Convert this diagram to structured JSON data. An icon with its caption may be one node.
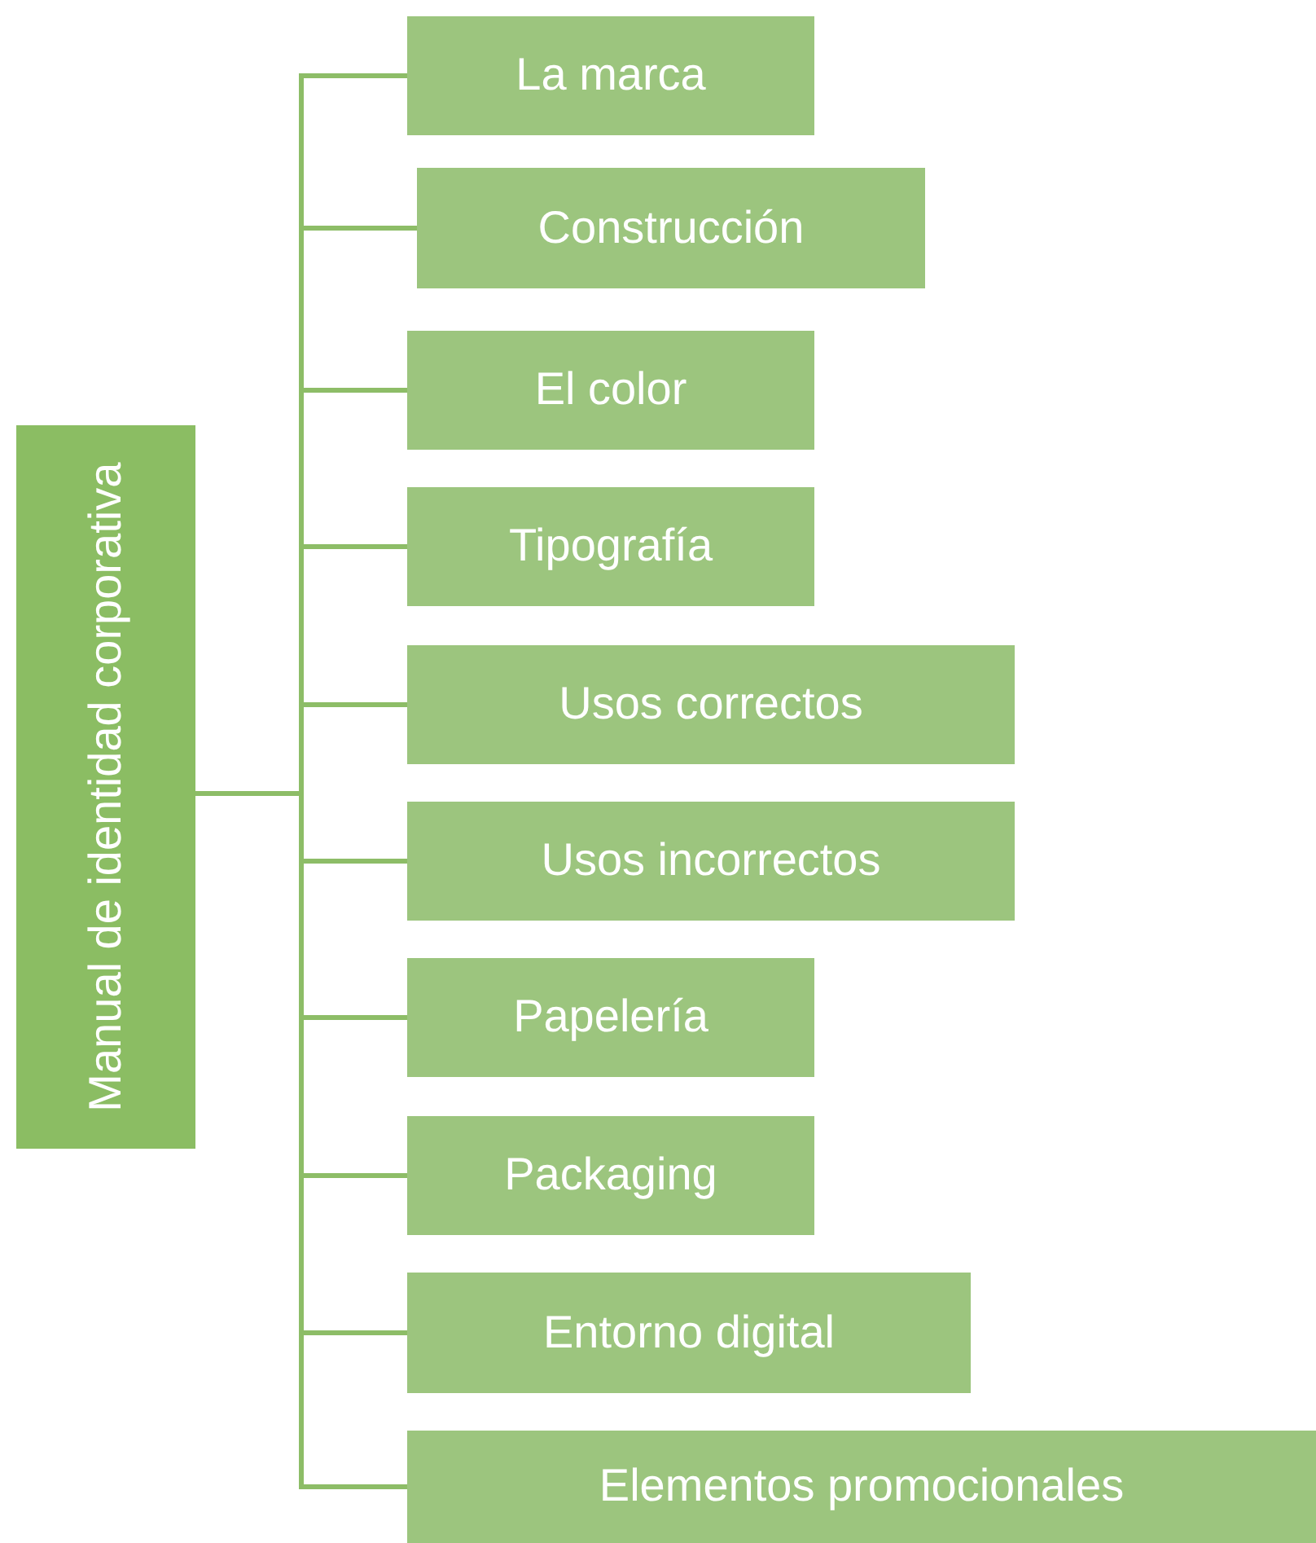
{
  "diagram": {
    "nodes": [
      {
        "text": [
          "Manual de identidad corporativa"
        ]
      },
      {
        "text": [
          "La marca"
        ]
      },
      {
        "text": [
          "Construcción"
        ]
      },
      {
        "text": [
          "El color"
        ]
      },
      {
        "text": [
          "Tipografía"
        ]
      },
      {
        "text": [
          "Usos correctos"
        ]
      },
      {
        "text": [
          "Usos incorrectos"
        ]
      },
      {
        "text": [
          "Papelería"
        ]
      },
      {
        "text": [
          "Packaging"
        ]
      },
      {
        "text": [
          "Entorno digital"
        ]
      },
      {
        "text": [
          "Elementos promocionales"
        ]
      }
    ],
    "edges": [
      {
        "from": 0,
        "to": 1,
        "arrow": "none"
      },
      {
        "from": 0,
        "to": 2,
        "arrow": "none"
      },
      {
        "from": 0,
        "to": 3,
        "arrow": "none"
      },
      {
        "from": 0,
        "to": 4,
        "arrow": "none"
      },
      {
        "from": 0,
        "to": 5,
        "arrow": "none"
      },
      {
        "from": 0,
        "to": 6,
        "arrow": "none"
      },
      {
        "from": 0,
        "to": 7,
        "arrow": "none"
      },
      {
        "from": 0,
        "to": 8,
        "arrow": "none"
      },
      {
        "from": 0,
        "to": 9,
        "arrow": "none"
      },
      {
        "from": 0,
        "to": 10,
        "arrow": "none"
      }
    ]
  }
}
